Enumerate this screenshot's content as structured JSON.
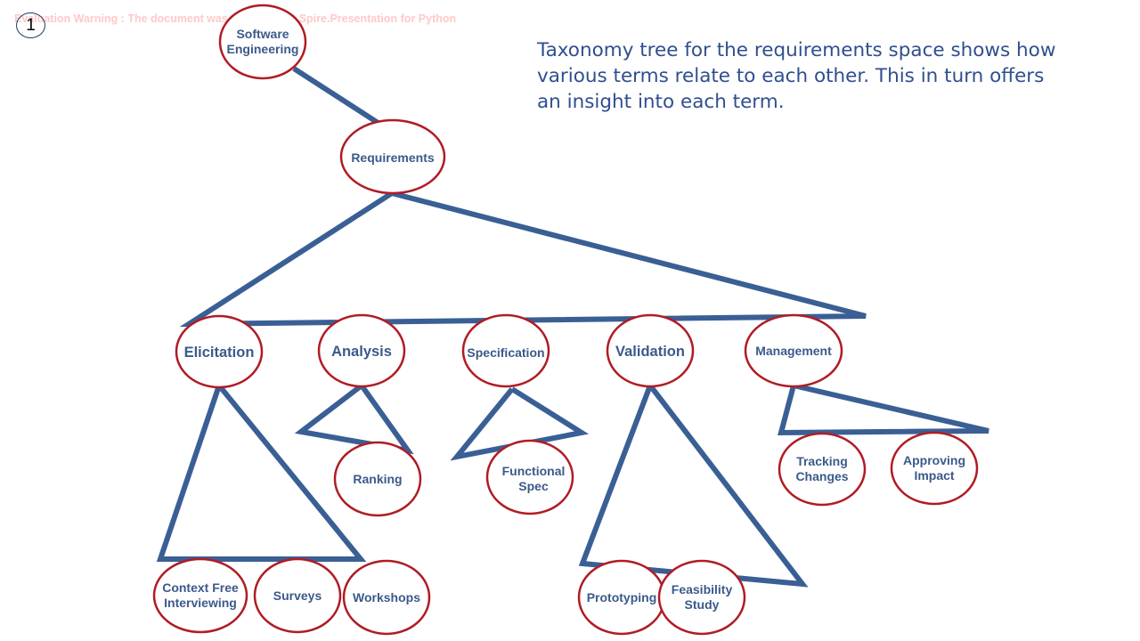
{
  "watermark": "Evaluation Warning : The document was created with Spire.Presentation for Python",
  "slide_number": "1",
  "caption": "Taxonomy tree for the requirements space shows how various terms relate to each other. This in turn offers an insight into each term.",
  "colors": {
    "edge": "#3a5f95",
    "node_border": "#b01c24",
    "node_text": "#3b5a8a"
  },
  "nodes": {
    "software_engineering": "Software\nEngineering",
    "requirements": "Requirements",
    "elicitation": "Elicitation",
    "analysis": "Analysis",
    "specification": "Specification",
    "validation": "Validation",
    "management": "Management",
    "ranking": "Ranking",
    "functional_spec": "Functional\nSpec",
    "tracking_changes": "Tracking\nChanges",
    "approving_impact": "Approving\nImpact",
    "context_free_interviewing": "Context Free\nInterviewing",
    "surveys": "Surveys",
    "workshops": "Workshops",
    "prototyping": "Prototyping",
    "feasibility_study": "Feasibility\nStudy"
  }
}
